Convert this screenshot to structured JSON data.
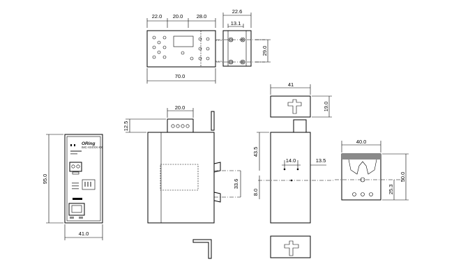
{
  "top_view": {
    "dims": {
      "seg1": "22.0",
      "seg2": "20.0",
      "seg3": "28.0",
      "total": "70.0"
    }
  },
  "bracket_view": {
    "dims": {
      "width": "22.6",
      "inner": "13.1",
      "height": "29.0"
    }
  },
  "front_view": {
    "brand": "ORing",
    "model": "IMC-XXXXX-XX",
    "dims": {
      "height": "95.0",
      "width": "41.0"
    }
  },
  "side_view": {
    "dims": {
      "top_offset": "12.5",
      "top_width": "20.0",
      "clip_height": "33.6"
    }
  },
  "din_top_view": {
    "dims": {
      "width": "41",
      "depth": "19.0"
    }
  },
  "din_side_view": {
    "dims": {
      "top": "43.5",
      "left": "14.0",
      "right": "13.5",
      "bottom": "8.0"
    }
  },
  "din_rail_view": {
    "dims": {
      "width": "40.0",
      "height": "50.0",
      "center": "25.3"
    }
  }
}
